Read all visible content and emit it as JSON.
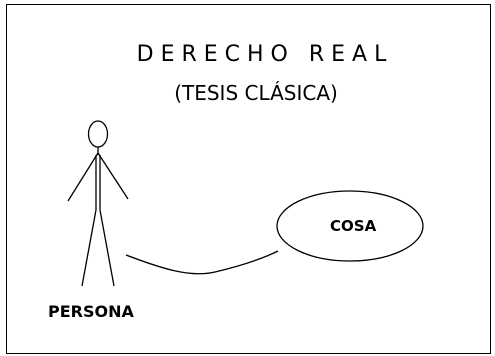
{
  "diagram": {
    "title": "DERECHO REAL",
    "subtitle": "(TESIS CLÁSICA)",
    "nodes": [
      {
        "id": "persona",
        "shape": "stick-figure",
        "label": "PERSONA"
      },
      {
        "id": "cosa",
        "shape": "ellipse",
        "label": "COSA"
      }
    ],
    "edges": [
      {
        "from": "persona",
        "to": "cosa",
        "style": "curved-line"
      }
    ]
  },
  "colors": {
    "background": "#ffffff",
    "stroke": "#000000",
    "text": "#000000"
  }
}
